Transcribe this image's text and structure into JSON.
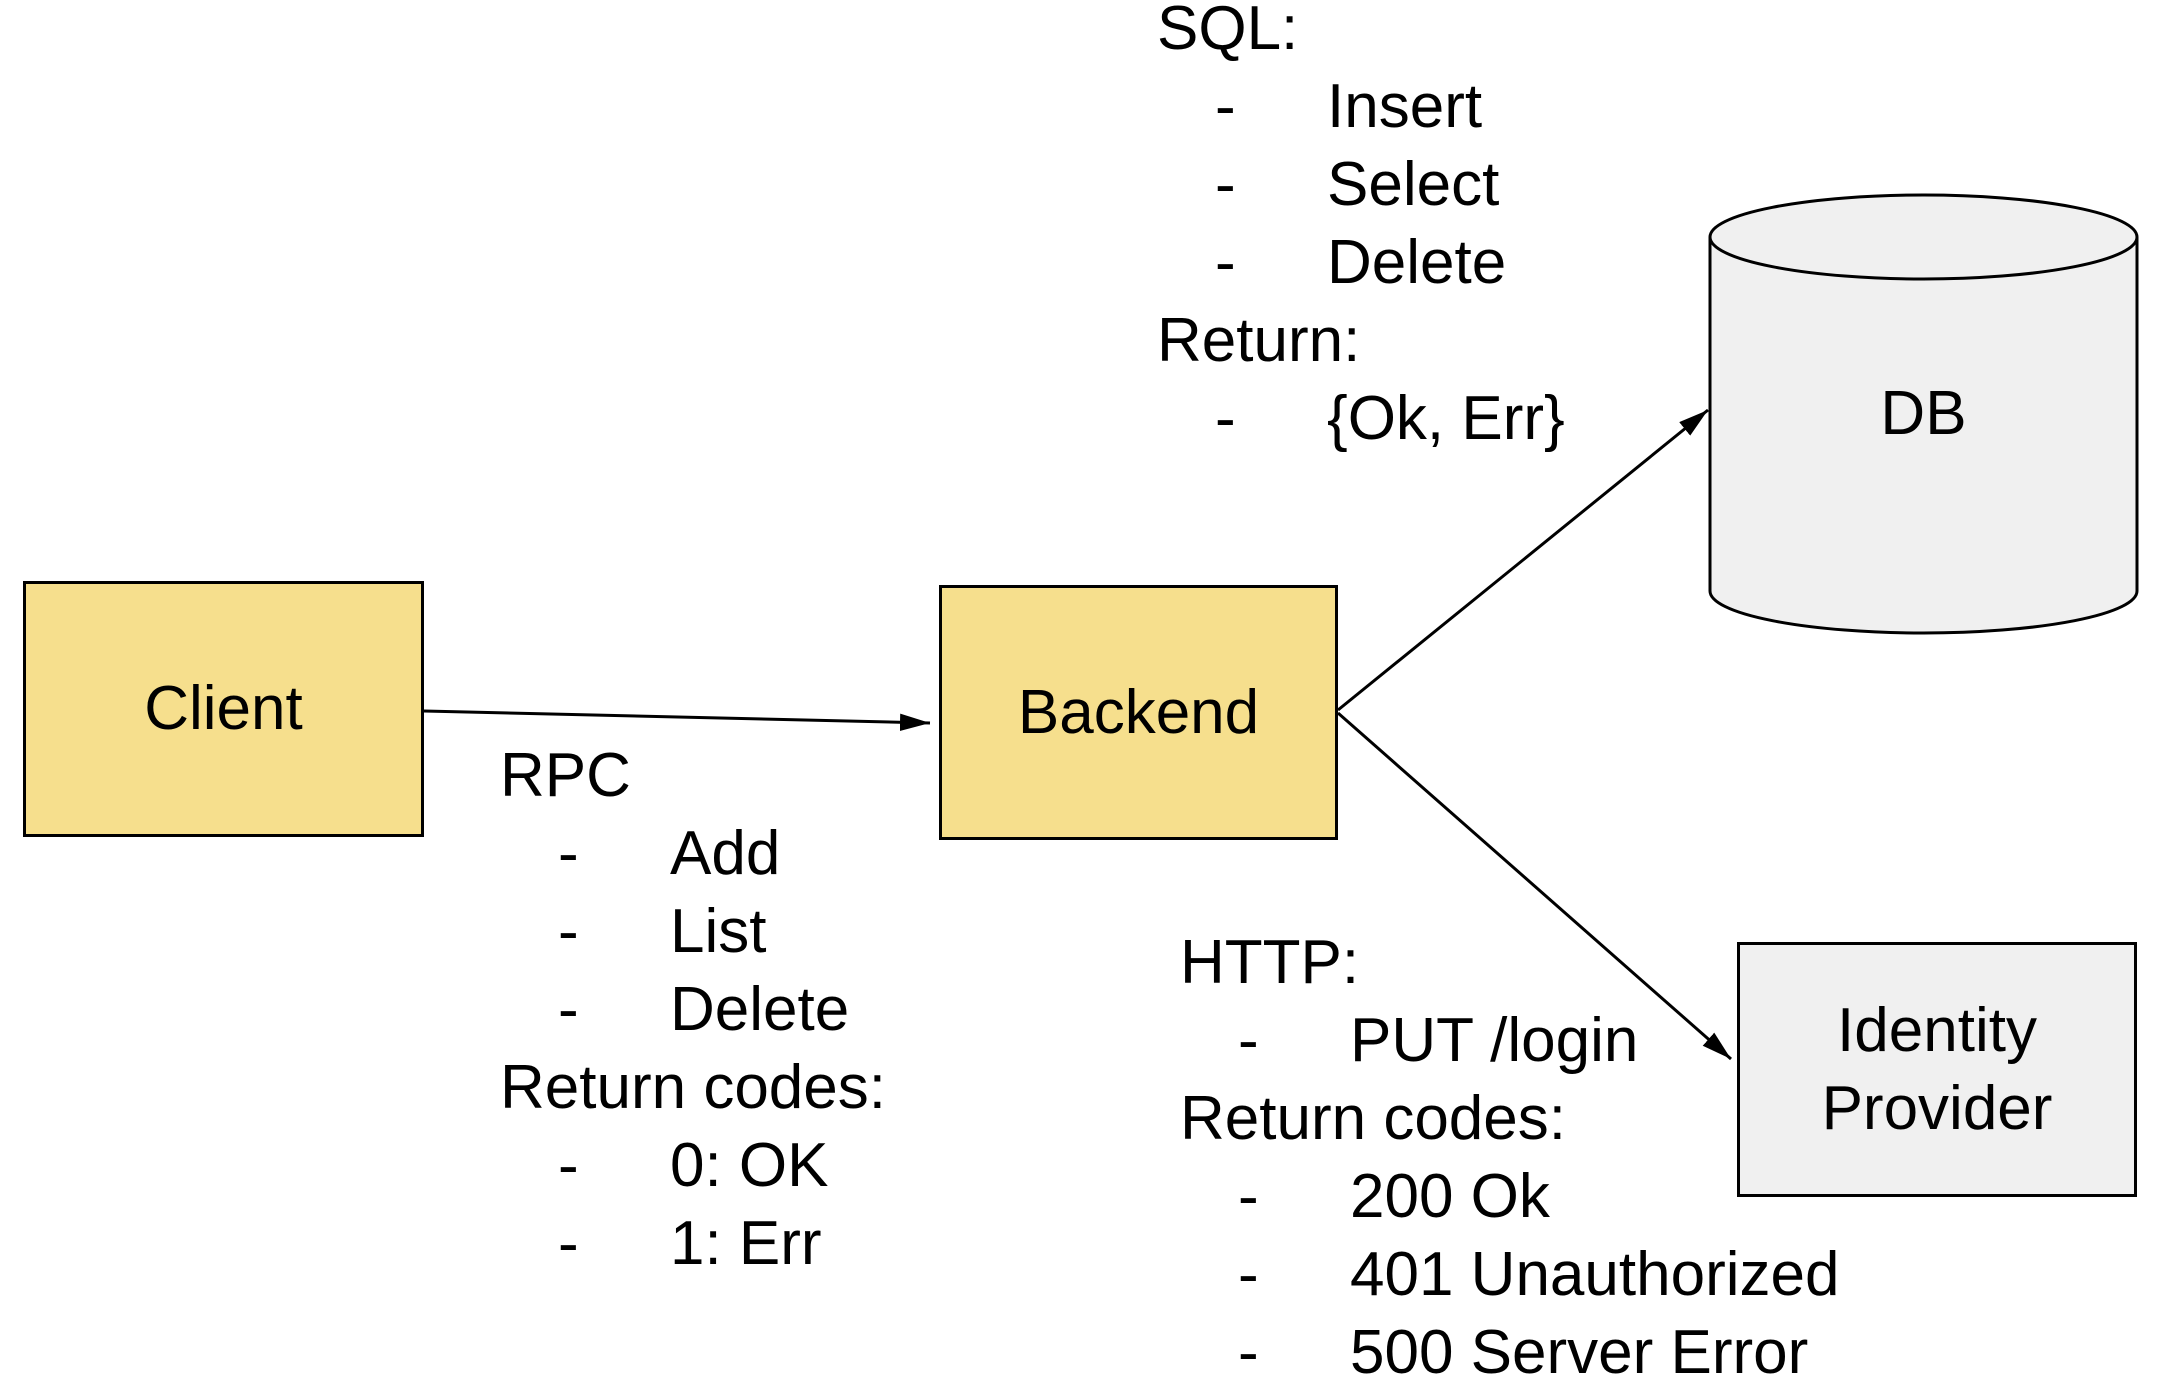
{
  "nodes": {
    "client": {
      "label": "Client"
    },
    "backend": {
      "label": "Backend"
    },
    "db": {
      "label": "DB"
    },
    "identity_provider": {
      "label": "Identity Provider"
    }
  },
  "edges": [
    {
      "from": "client",
      "to": "backend"
    },
    {
      "from": "backend",
      "to": "db"
    },
    {
      "from": "backend",
      "to": "identity_provider"
    }
  ],
  "bullet_char": "-",
  "annotations": {
    "sql": {
      "lines": [
        {
          "type": "header",
          "text": "SQL:"
        },
        {
          "type": "item",
          "text": "Insert"
        },
        {
          "type": "item",
          "text": "Select"
        },
        {
          "type": "item",
          "text": "Delete"
        },
        {
          "type": "header",
          "text": "Return:"
        },
        {
          "type": "item",
          "text": "{Ok, Err}"
        }
      ]
    },
    "rpc": {
      "lines": [
        {
          "type": "header",
          "text": "RPC"
        },
        {
          "type": "item",
          "text": "Add"
        },
        {
          "type": "item",
          "text": "List"
        },
        {
          "type": "item",
          "text": "Delete"
        },
        {
          "type": "header",
          "text": "Return codes:"
        },
        {
          "type": "item",
          "text": "0: OK"
        },
        {
          "type": "item",
          "text": "1: Err"
        }
      ]
    },
    "http": {
      "lines": [
        {
          "type": "header",
          "text": "HTTP:"
        },
        {
          "type": "item",
          "text": "PUT /login"
        },
        {
          "type": "header",
          "text": "Return codes:"
        },
        {
          "type": "item",
          "text": "200 Ok"
        },
        {
          "type": "item",
          "text": "401 Unauthorized"
        },
        {
          "type": "item",
          "text": "500 Server Error"
        }
      ]
    }
  },
  "colors": {
    "background": "#FFFFFF",
    "node_fill_yellow": "#F6DF8D",
    "node_fill_gray": "#F0F0F0",
    "stroke": "#000000",
    "text": "#000000"
  }
}
